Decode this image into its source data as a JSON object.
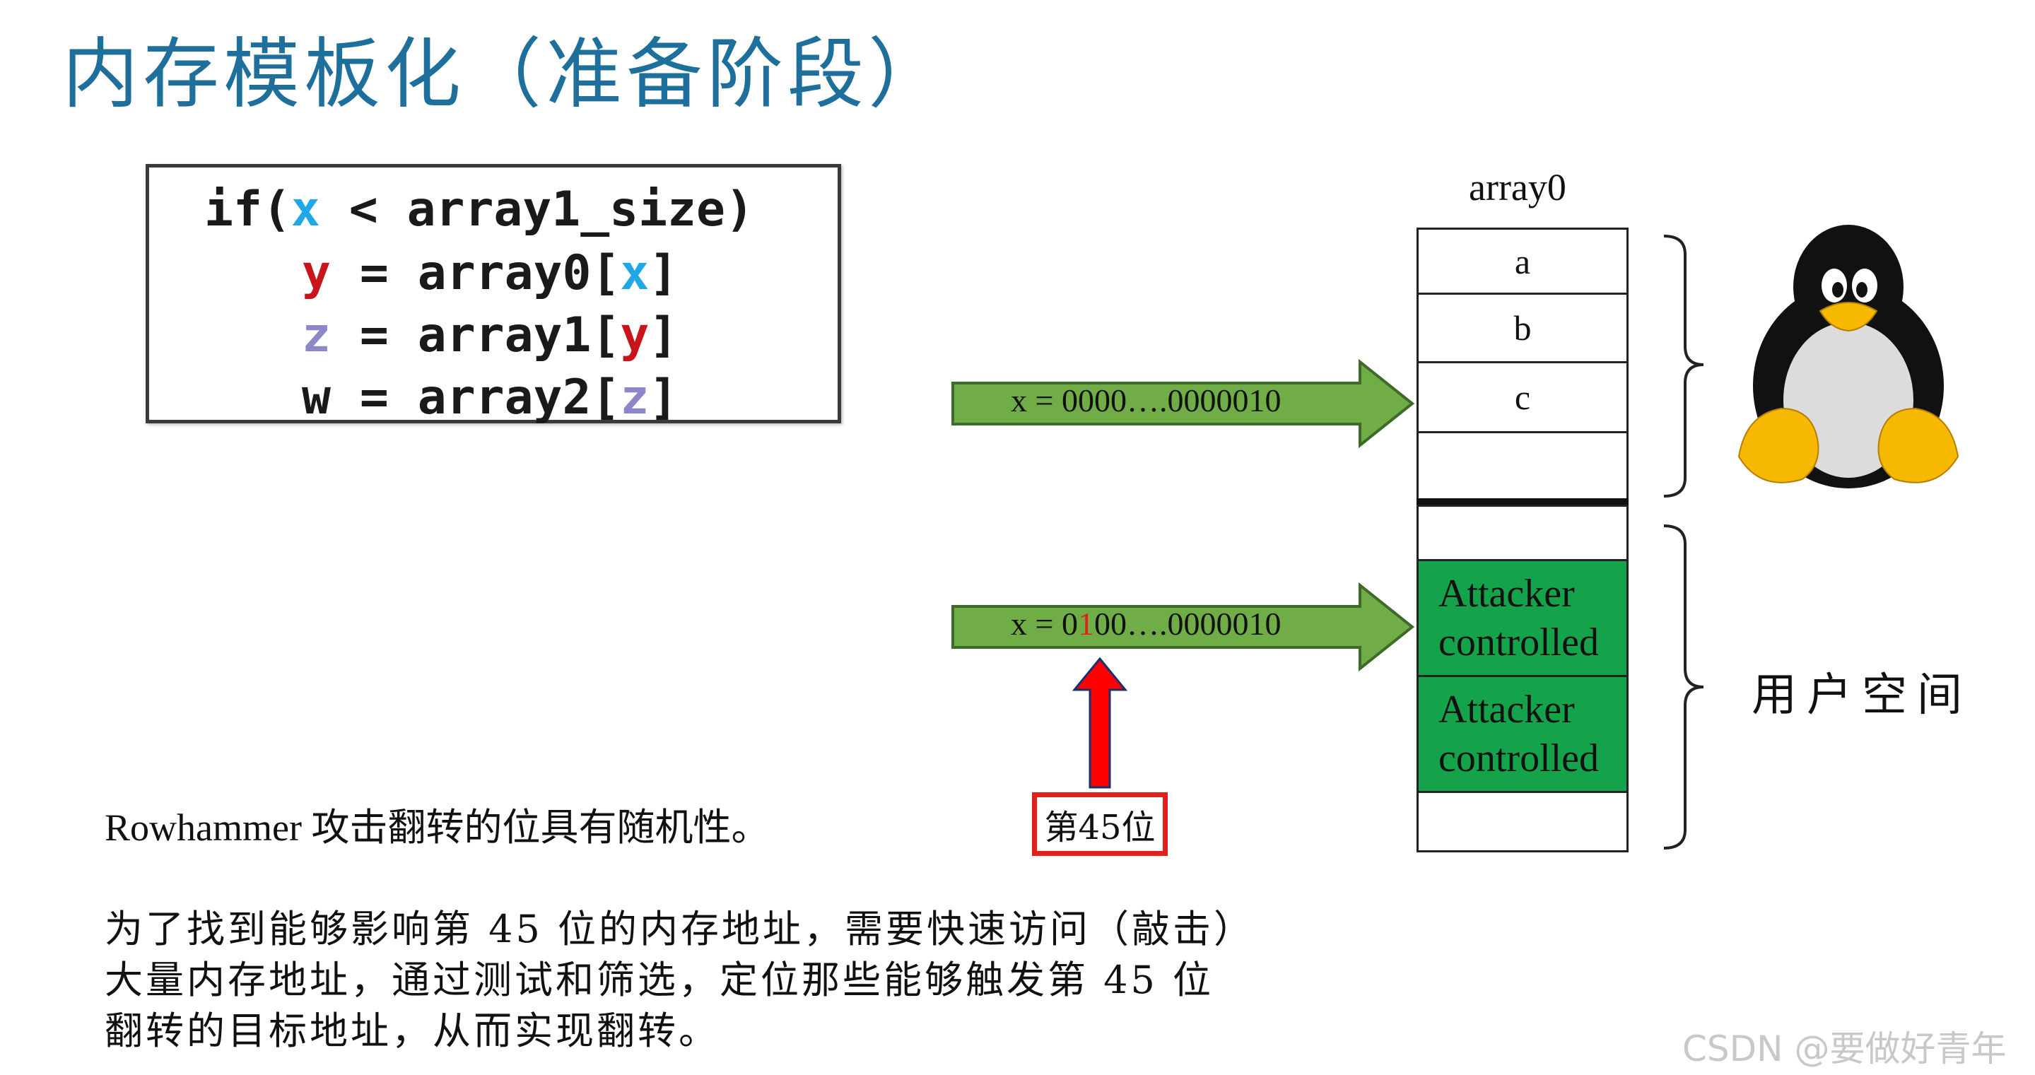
{
  "title": "内存模板化（准备阶段）",
  "code": {
    "line1": {
      "pre": "if(",
      "x": "x",
      "post": " < array1_size)"
    },
    "line2": {
      "y": "y",
      "mid": " = array0[",
      "x": "x",
      "post": "]"
    },
    "line3": {
      "z": "z",
      "mid": " = array1[",
      "y": "y",
      "post": "]"
    },
    "line4": {
      "w": "w",
      "mid": " = array2[",
      "z": "z",
      "post": "]"
    }
  },
  "arrow_top": {
    "label": "x = 0000….0000010"
  },
  "arrow_bottom": {
    "label_pre": "x = 0",
    "label_red": "1",
    "label_post": "00….0000010"
  },
  "bit_label": "第45位",
  "memory": {
    "title": "array0",
    "cells": [
      "a",
      "b",
      "c",
      "",
      "",
      "Attacker controlled",
      "Attacker controlled",
      ""
    ]
  },
  "user_space_label": "用户空间",
  "text": {
    "para1": "Rowhammer 攻击翻转的位具有随机性。",
    "para2_line1": "为了找到能够影响第 45 位的内存地址，需要快速访问（敲击）",
    "para2_line2": "大量内存地址，通过测试和筛选，定位那些能够触发第 45 位",
    "para2_line3": "翻转的目标地址，从而实现翻转。"
  },
  "watermark": "CSDN @要做好青年",
  "colors": {
    "title": "#1f6f9c",
    "arrow_fill": "#70ad47",
    "cell_green": "#14a34a",
    "red": "#e3201b",
    "code_x": "#22a7e6",
    "code_y": "#c8141b",
    "code_z": "#8b87c9"
  },
  "icons": {
    "mascot": "tux-penguin-icon"
  }
}
